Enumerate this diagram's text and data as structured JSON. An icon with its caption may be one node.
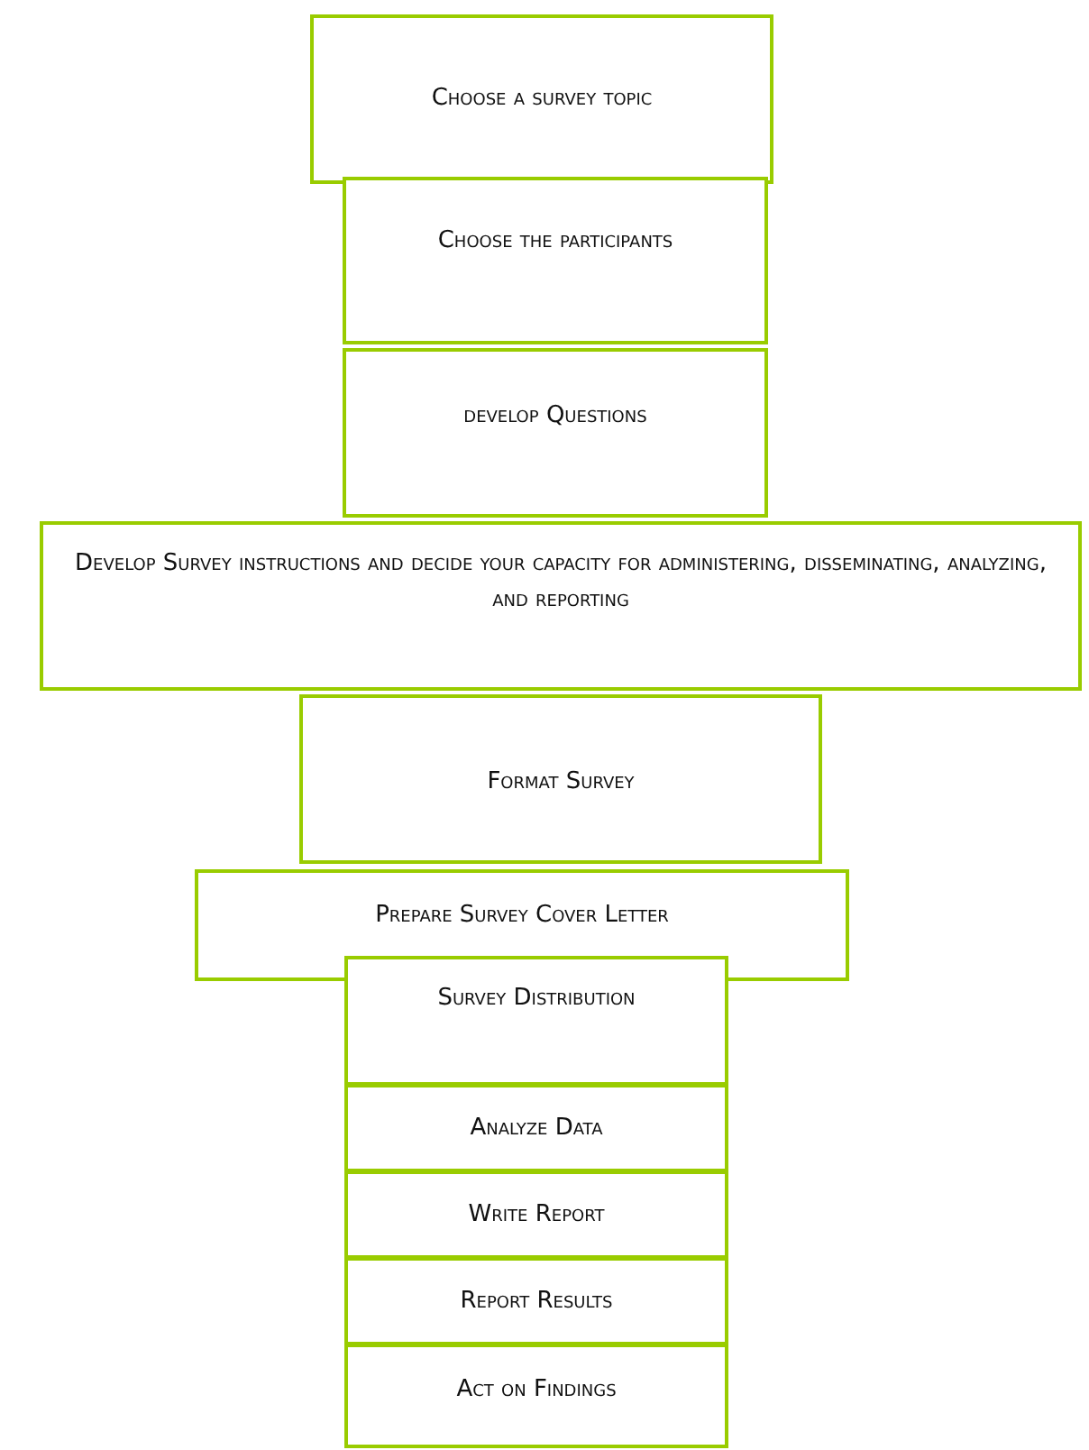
{
  "diagram": {
    "nodes": [
      {
        "text": [
          "Choose a survey topic"
        ]
      },
      {
        "text": [
          "Choose the participants"
        ]
      },
      {
        "text": [
          "develop Questions"
        ]
      },
      {
        "text": [
          "Develop Survey instructions and decide your capacity for administering, disseminating, analyzing, and reporting"
        ]
      },
      {
        "text": [
          "Format Survey"
        ]
      },
      {
        "text": [
          "Prepare Survey Cover Letter"
        ]
      },
      {
        "text": [
          "Survey Distribution"
        ]
      },
      {
        "text": [
          "Analyze Data"
        ]
      },
      {
        "text": [
          "Write Report"
        ]
      },
      {
        "text": [
          "Report Results"
        ]
      },
      {
        "text": [
          "Act on Findings"
        ]
      }
    ]
  }
}
